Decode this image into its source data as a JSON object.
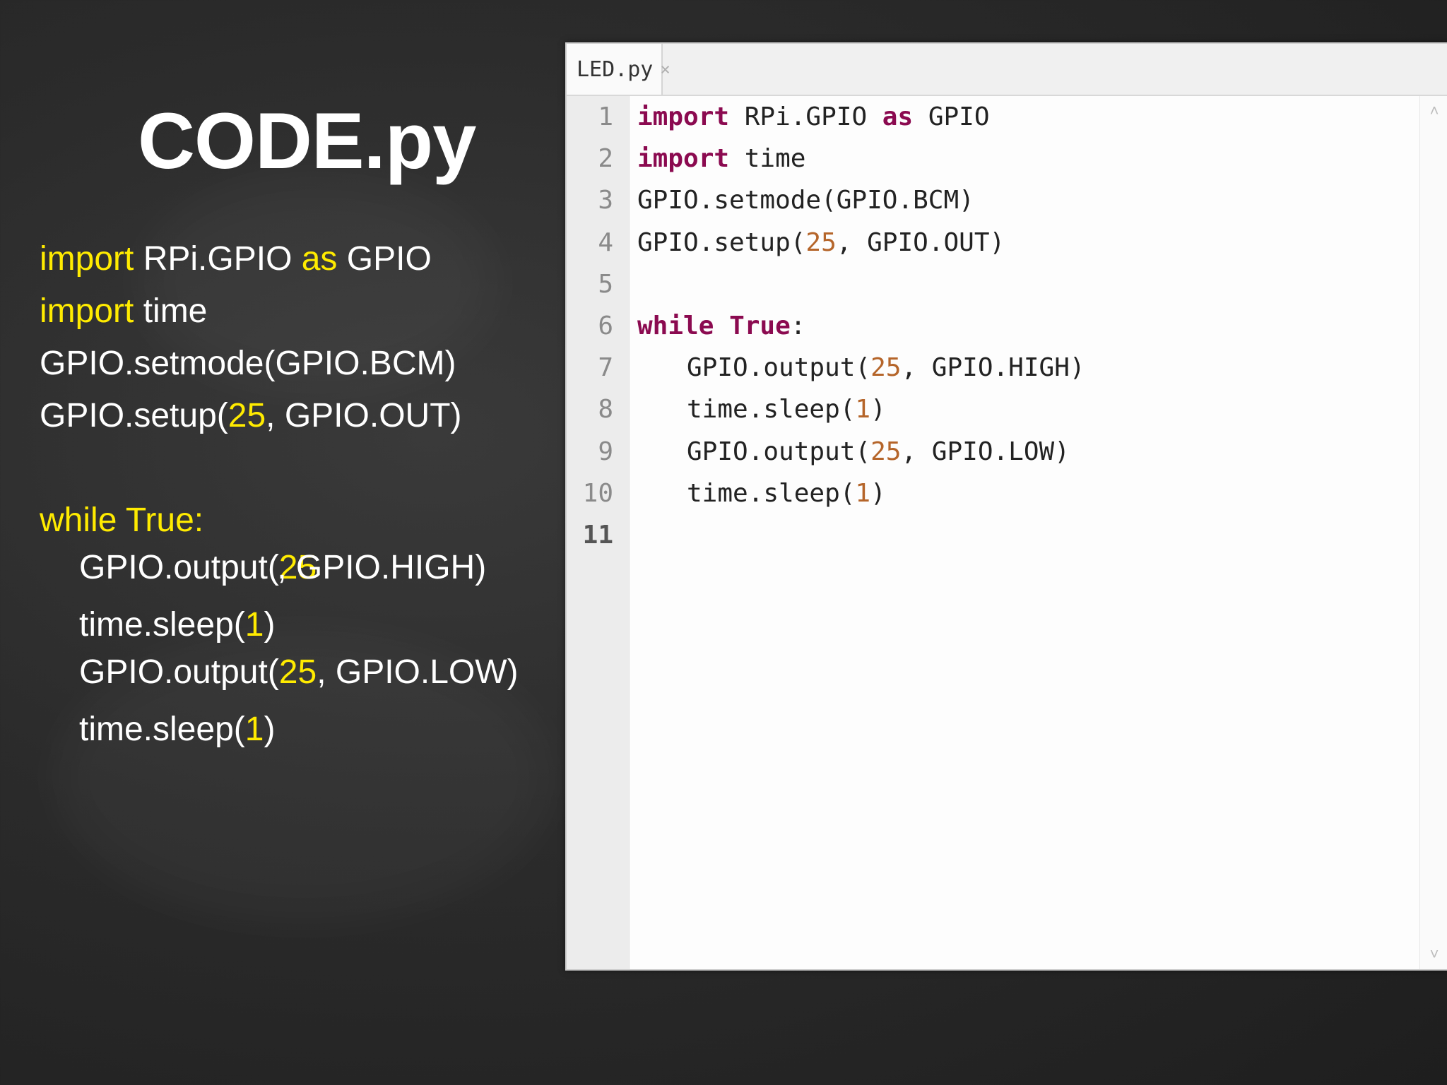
{
  "slide": {
    "title": "CODE.py"
  },
  "left_code": {
    "line1": {
      "kw1": "import",
      "t1": " RPi.GPIO ",
      "kw2": "as",
      "t2": " GPIO"
    },
    "line2": {
      "kw1": "import",
      "t1": " time"
    },
    "line3": "GPIO.setmode(GPIO.BCM)",
    "line4": {
      "t1": "GPIO.setup(",
      "num": "25",
      "t2": ", GPIO.OUT)"
    },
    "line6": {
      "kw": "while True:"
    },
    "line7": {
      "t1": "GPIO.output(",
      "num": "25",
      "t2": ", GPIO.HIGH)"
    },
    "line8": {
      "t1": "time.sleep(",
      "num": "1",
      "t2": ")"
    },
    "line9": {
      "t1": "GPIO.output(",
      "num": "25",
      "t2": ", GPIO.LOW)"
    },
    "line10": {
      "t1": "time.sleep(",
      "num": "1",
      "t2": ")"
    }
  },
  "editor": {
    "tab_label": "LED.py",
    "tab_close": "×",
    "line_numbers": [
      "1",
      "2",
      "3",
      "4",
      "5",
      "6",
      "7",
      "8",
      "9",
      "10",
      "11"
    ],
    "lines": {
      "l1": {
        "kw1": "import",
        "t1": " RPi.GPIO ",
        "kw2": "as",
        "t2": " GPIO"
      },
      "l2": {
        "kw1": "import",
        "t1": " time"
      },
      "l3": "GPIO.setmode(GPIO.BCM)",
      "l4": {
        "t1": "GPIO.setup(",
        "num": "25",
        "t2": ", GPIO.OUT)"
      },
      "l6": {
        "kw1": "while",
        "t1": " ",
        "kw2": "True",
        "t2": ":"
      },
      "l7": {
        "t1": "GPIO.output(",
        "num": "25",
        "t2": ", GPIO.HIGH)"
      },
      "l8": {
        "t1": "time.sleep(",
        "num": "1",
        "t2": ")"
      },
      "l9": {
        "t1": "GPIO.output(",
        "num": "25",
        "t2": ", GPIO.LOW)"
      },
      "l10": {
        "t1": "time.sleep(",
        "num": "1",
        "t2": ")"
      }
    },
    "scroll_up_glyph": "˄",
    "scroll_down_glyph": "˅"
  },
  "colors": {
    "keyword_slide": "#ffeb00",
    "keyword_editor": "#8b0a50",
    "number_editor": "#b5652a"
  }
}
